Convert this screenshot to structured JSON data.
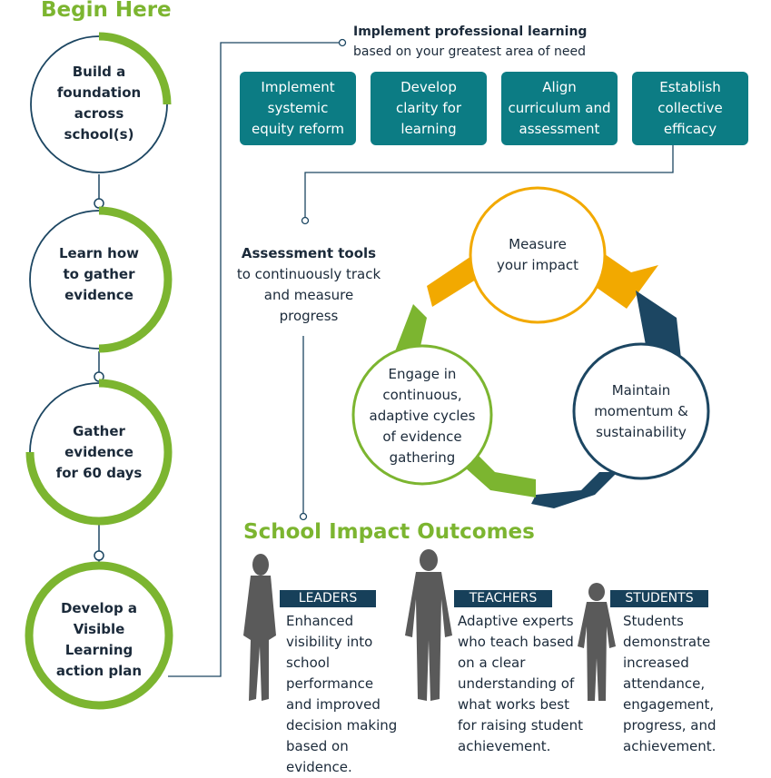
{
  "begin_title": "Begin Here",
  "steps": [
    {
      "label": "Build a foundation across school(s)",
      "lines": [
        "Build a",
        "foundation",
        "across",
        "school(s)"
      ],
      "progress": 0.25
    },
    {
      "label": "Learn how to gather evidence",
      "lines": [
        "Learn how",
        "to gather",
        "evidence"
      ],
      "progress": 0.5
    },
    {
      "label": "Gather evidence for 60 days",
      "lines": [
        "Gather",
        "evidence",
        "for 60 days"
      ],
      "progress": 0.75
    },
    {
      "label": "Develop a Visible Learning action plan",
      "lines": [
        "Develop a",
        "Visible",
        "Learning",
        "action plan"
      ],
      "progress": 1.0
    }
  ],
  "professional_learning": {
    "title": "Implement professional learning",
    "subtitle": "based on your greatest area of need",
    "areas": [
      {
        "lines": [
          "Implement",
          "systemic",
          "equity reform"
        ]
      },
      {
        "lines": [
          "Develop",
          "clarity for",
          "learning"
        ]
      },
      {
        "lines": [
          "Align",
          "curriculum and",
          "assessment"
        ]
      },
      {
        "lines": [
          "Establish",
          "collective",
          "efficacy"
        ]
      }
    ]
  },
  "assessment_tools": {
    "title": "Assessment tools",
    "lines": [
      "to continuously track",
      "and measure",
      "progress"
    ]
  },
  "cycle": [
    {
      "lines": [
        "Measure",
        "your impact"
      ],
      "color": "#f2a900"
    },
    {
      "lines": [
        "Maintain",
        "momentum &",
        "sustainability"
      ],
      "color": "#1c4662"
    },
    {
      "lines": [
        "Engage in",
        "continuous,",
        "adaptive cycles",
        "of evidence",
        "gathering"
      ],
      "color": "#7cb530"
    }
  ],
  "outcomes": {
    "title": "School Impact Outcomes",
    "groups": [
      {
        "role": "LEADERS",
        "lines": [
          "Enhanced",
          "visibility into",
          "school",
          "performance",
          "and improved",
          "decision making",
          "based on",
          "evidence."
        ]
      },
      {
        "role": "TEACHERS",
        "lines": [
          "Adaptive experts",
          "who teach based",
          "on a clear",
          "understanding of",
          "what works best",
          "for raising student",
          "achievement."
        ]
      },
      {
        "role": "STUDENTS",
        "lines": [
          "Students",
          "demonstrate",
          "increased",
          "attendance,",
          "engagement,",
          "progress, and",
          "achievement."
        ]
      }
    ]
  },
  "colors": {
    "green": "#7cb530",
    "navy": "#1c4662",
    "teal": "#0c7c84",
    "gold": "#f2a900",
    "silhouette": "#5a5a5a"
  }
}
